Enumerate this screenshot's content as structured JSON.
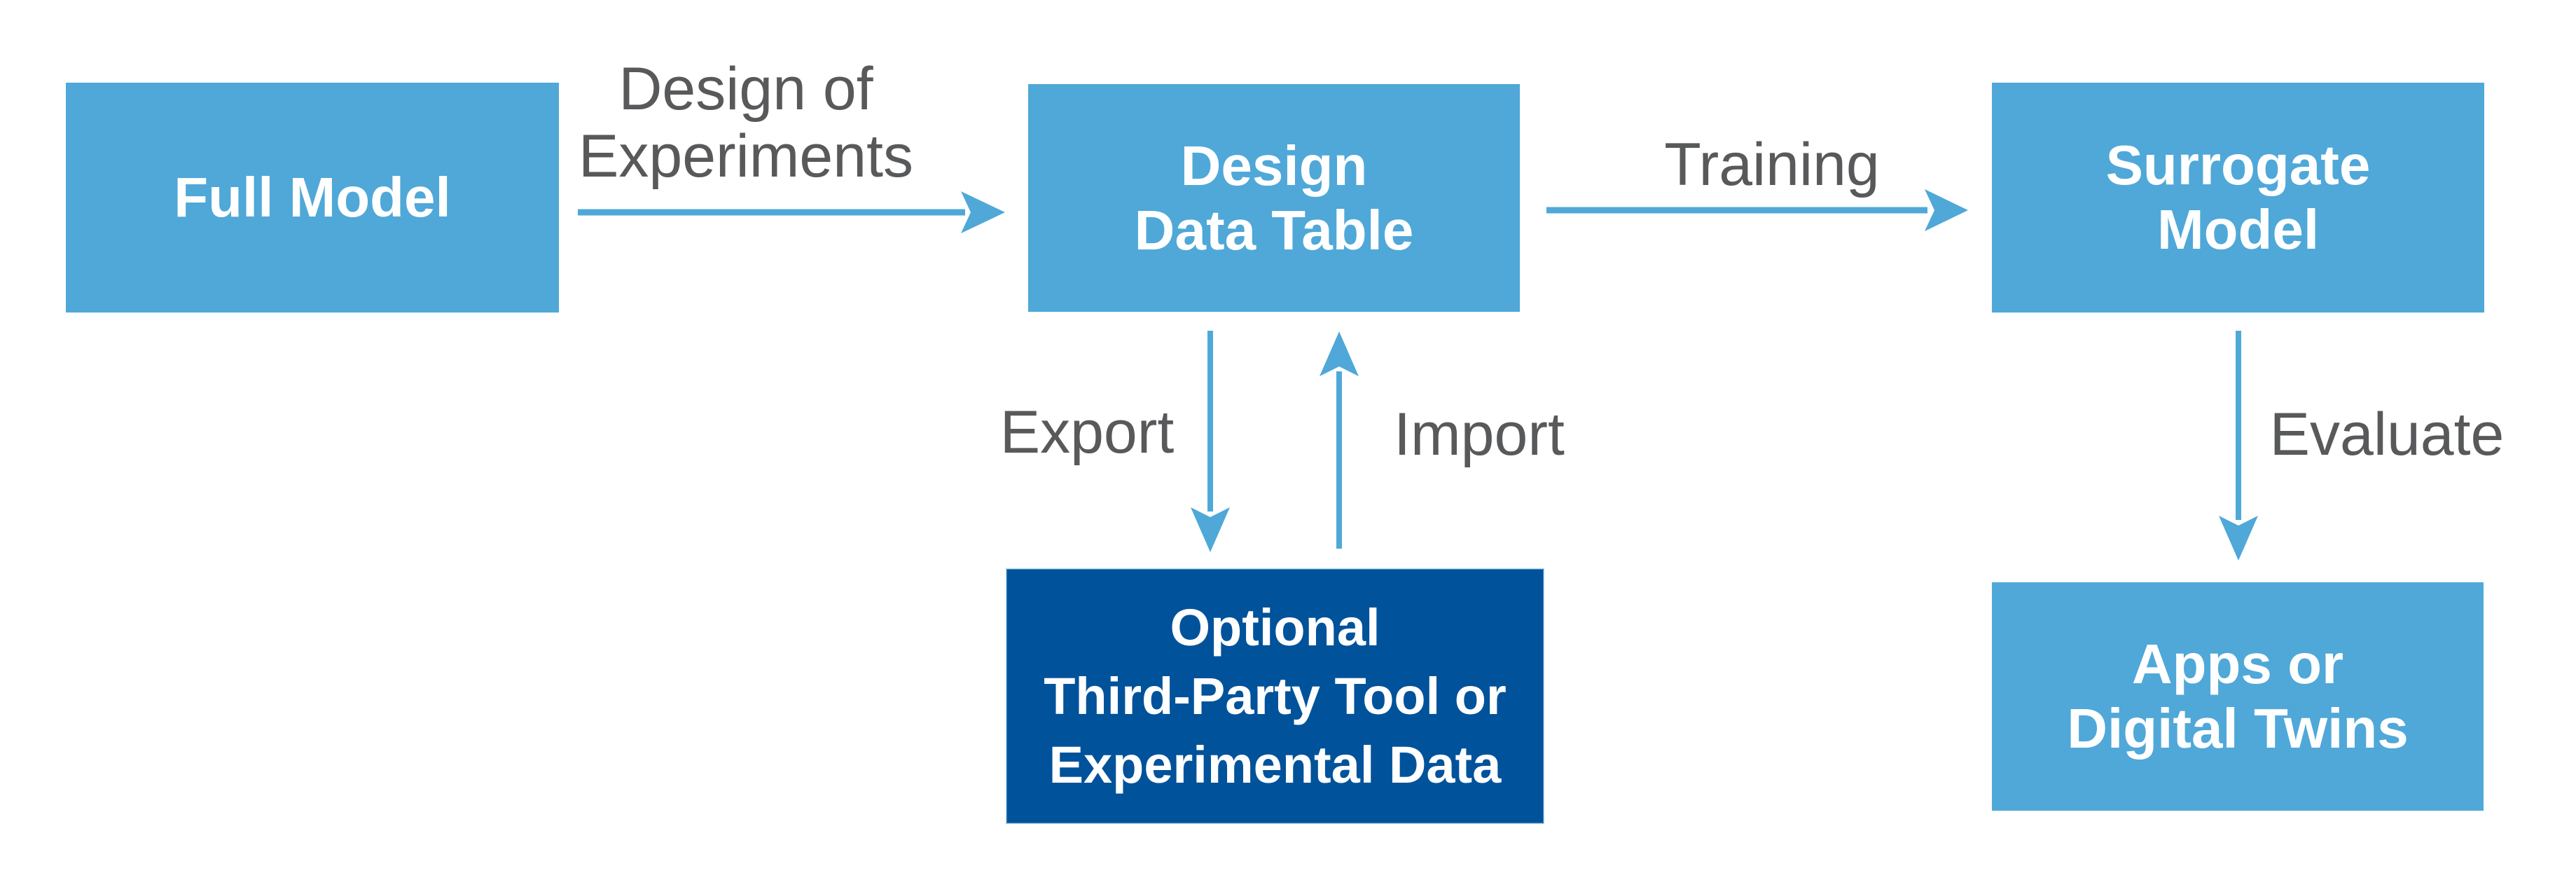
{
  "colors": {
    "background": "#FFFFFF",
    "box_fill": "#4FA8D8",
    "box_dark_fill": "#00529B",
    "arrow": "#4FA8D8",
    "label_text": "#58595B",
    "node_text": "#FFFFFF"
  },
  "nodes": {
    "full_model": {
      "lines": [
        "Full Model"
      ]
    },
    "design_data_table": {
      "lines": [
        "Design",
        "Data Table"
      ]
    },
    "surrogate_model": {
      "lines": [
        "Surrogate",
        "Model"
      ]
    },
    "third_party_tool": {
      "lines": [
        "Optional",
        "Third-Party Tool or",
        "Experimental Data"
      ]
    },
    "apps_digital_twins": {
      "lines": [
        "Apps or",
        "Digital Twins"
      ]
    }
  },
  "edge_labels": {
    "design_of_experiments": {
      "lines": [
        "Design of",
        "Experiments"
      ]
    },
    "training": "Training",
    "export": "Export",
    "import": "Import",
    "evaluate": "Evaluate"
  }
}
